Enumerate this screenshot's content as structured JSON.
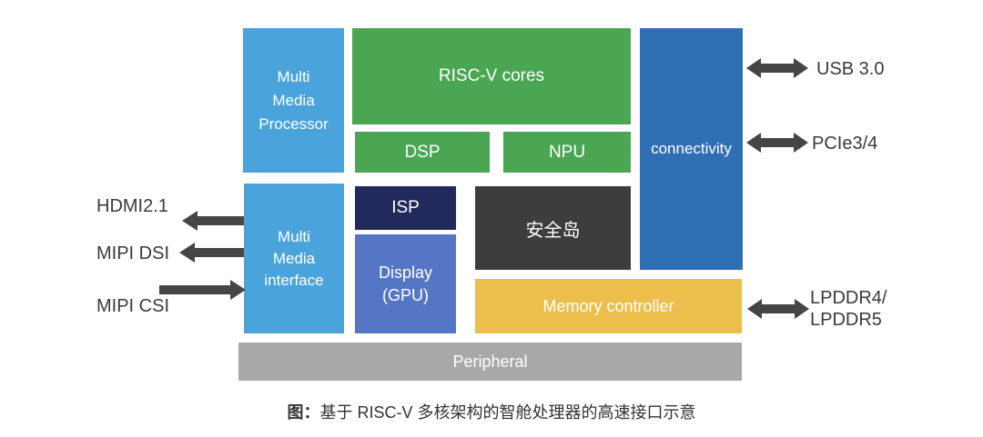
{
  "palette": {
    "light_blue": "#4BA3DC",
    "green": "#4BA653",
    "dark_blue": "#2F6FB4",
    "navy": "#22295C",
    "medium_blue": "#5476C4",
    "dark_gray": "#3D3D3D",
    "yellow": "#ECBF4D",
    "gray": "#A8A8A8",
    "arrow": "#454545",
    "block_text": "#FFFFFF",
    "label_text": "#3A3A3A"
  },
  "blocks": {
    "multimedia_processor": {
      "label": "Multi\nMedia\nProcessor"
    },
    "riscv_cores": {
      "label": "RISC-V cores"
    },
    "dsp": {
      "label": "DSP"
    },
    "npu": {
      "label": "NPU"
    },
    "connectivity": {
      "label": "connectivity"
    },
    "multimedia_interface": {
      "label": "Multi\nMedia\ninterface"
    },
    "isp": {
      "label": "ISP"
    },
    "display_gpu": {
      "label": "Display\n(GPU)"
    },
    "security_island": {
      "label": "安全岛"
    },
    "memory_controller": {
      "label": "Memory controller"
    },
    "peripheral": {
      "label": "Peripheral"
    }
  },
  "interfaces": {
    "hdmi": {
      "label": "HDMI2.1",
      "arrow": "left"
    },
    "mipi_dsi": {
      "label": "MIPI DSI",
      "arrow": "left"
    },
    "mipi_csi": {
      "label": "MIPI CSI",
      "arrow": "right"
    },
    "usb": {
      "label": "USB 3.0",
      "arrow": "double"
    },
    "pcie": {
      "label": "PCIe3/4",
      "arrow": "double"
    },
    "lpddr": {
      "label": "LPDDR4/\nLPDDR5",
      "arrow": "double"
    }
  },
  "caption": {
    "prefix": "图：",
    "text": "基于 RISC-V 多核架构的智舱处理器的高速接口示意"
  }
}
